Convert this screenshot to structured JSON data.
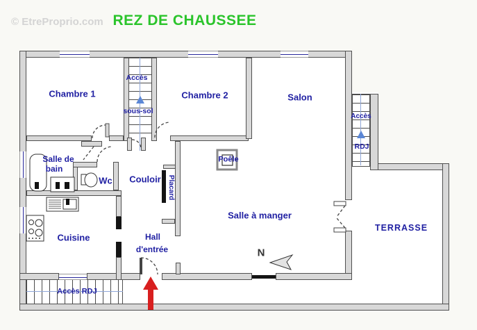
{
  "watermark": "© EtreProprio.com",
  "title": "REZ DE CHAUSSEE",
  "rooms": {
    "chambre1": "Chambre 1",
    "chambre2": "Chambre 2",
    "salon": "Salon",
    "salle_de_bain_1": "Salle de",
    "salle_de_bain_2": "bain",
    "wc": "Wc",
    "couloir": "Couloir",
    "placard": "Placard",
    "poele": "Poêle",
    "salle_a_manger": "Salle à manger",
    "cuisine": "Cuisine",
    "hall_1": "Hall",
    "hall_2": "d'entrée",
    "terrasse": "TERRASSE"
  },
  "stairs": {
    "basement_line1": "Accès",
    "basement_line2": "sous-sol",
    "right_line1": "Accès",
    "right_line2": "RDJ",
    "bottom_label": "Accès RDJ"
  },
  "compass": {
    "north": "N"
  },
  "colors": {
    "title_green": "#2bc42b",
    "label_blue": "#2121a3",
    "wall_gray": "#d8d8d8",
    "entrance_arrow_red": "#d81f1f",
    "stair_arrow_blue": "#5b87d6",
    "watermark_gray": "#d4d4d4"
  }
}
